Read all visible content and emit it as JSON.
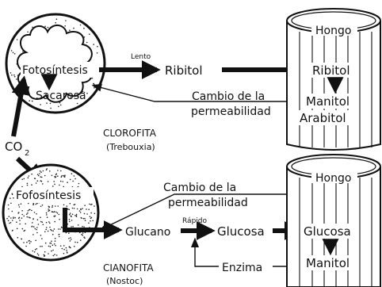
{
  "algae_top": {
    "process": "Fotosíntesis",
    "product": "Sacarosa",
    "group": "CLOROFITA",
    "genus": "(Trebouxia)"
  },
  "algae_bottom": {
    "process": "Fofosíntesis",
    "group": "CIANOFITA",
    "genus": "(Nostoc)"
  },
  "co2": {
    "base": "CO",
    "sub": "2"
  },
  "flow_top": {
    "speed": "Lento",
    "sugar_out": "Ribitol",
    "permeability_line1": "Cambio de la",
    "permeability_line2": "permeabilidad"
  },
  "flow_bottom": {
    "permeability_line1": "Cambio de la",
    "permeability_line2": "permeabilidad",
    "polymer": "Glucano",
    "speed": "Rápido",
    "sugar_out": "Glucosa",
    "enzyme": "Enzima"
  },
  "fungus_top": {
    "label": "Hongo",
    "sugar_in": "Ribitol",
    "product1": "Manitol",
    "product2": "Arabitol"
  },
  "fungus_bottom": {
    "label": "Hongo",
    "sugar_in": "Glucosa",
    "product": "Manitol"
  },
  "colors": {
    "ink": "#111111",
    "paper": "#ffffff"
  }
}
